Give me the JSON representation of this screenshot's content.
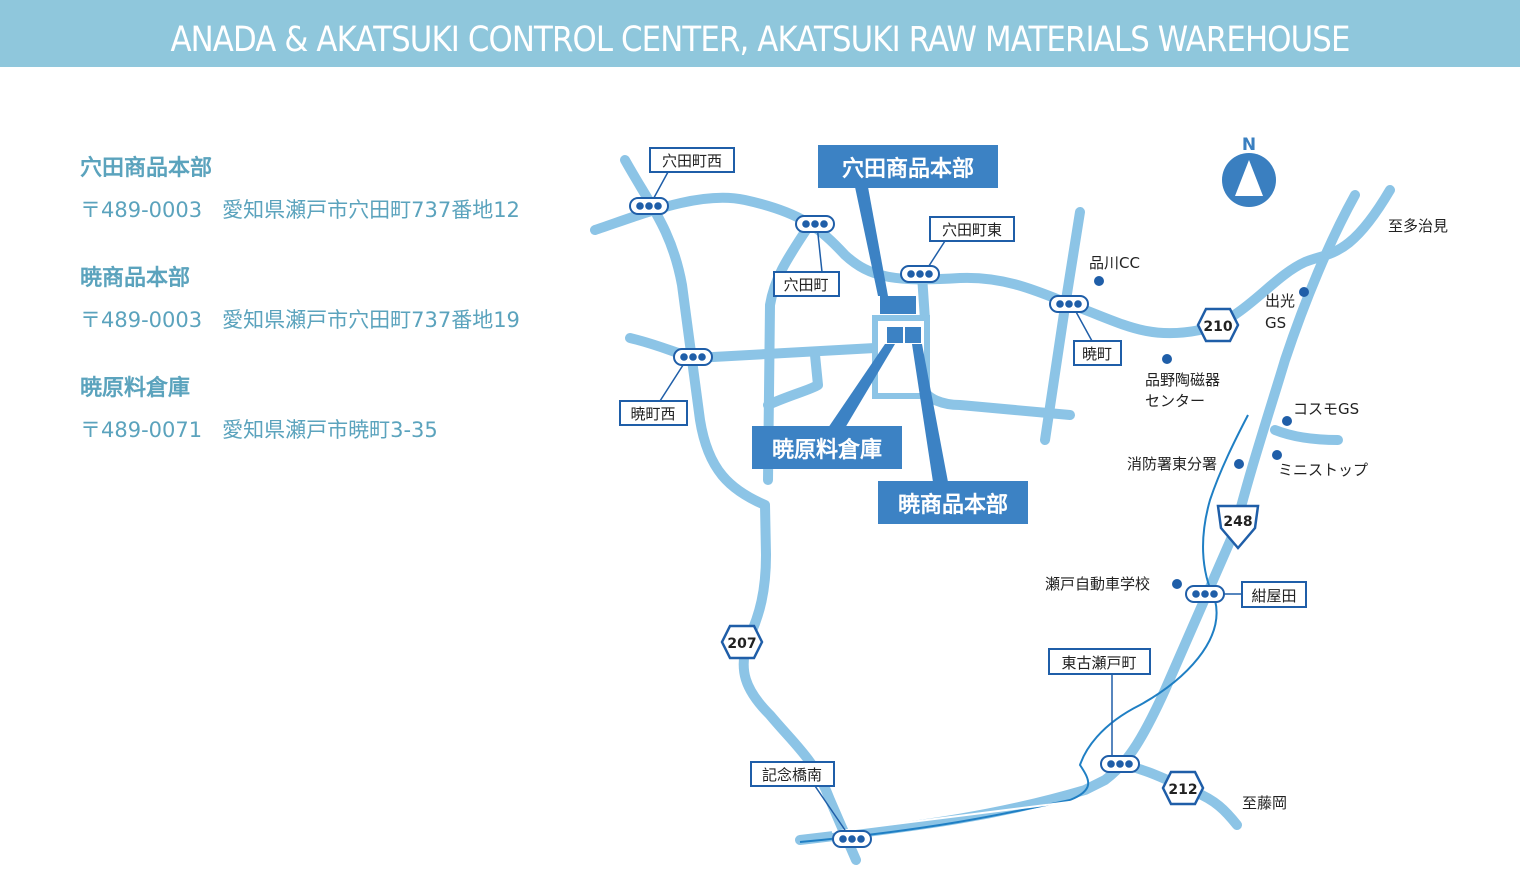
{
  "header": {
    "title": "ANADA & AKATSUKI CONTROL CENTER, AKATSUKI RAW MATERIALS WAREHOUSE"
  },
  "locations": [
    {
      "name": "穴田商品本部",
      "postal": "〒489-0003",
      "address": "愛知県瀬戸市穴田町737番地12"
    },
    {
      "name": "暁商品本部",
      "postal": "〒489-0003",
      "address": "愛知県瀬戸市穴田町737番地19"
    },
    {
      "name": "暁原料倉庫",
      "postal": "〒489-0071",
      "address": "愛知県瀬戸市暁町3-35"
    }
  ],
  "map": {
    "compass": "N",
    "callouts": {
      "anada_hq": "穴田商品本部",
      "akatsuki_warehouse": "暁原料倉庫",
      "akatsuki_hq": "暁商品本部"
    },
    "intersections": {
      "anadacho_nishi": "穴田町西",
      "anadacho": "穴田町",
      "anadacho_higashi": "穴田町東",
      "akatsukicho_nishi": "暁町西",
      "akatsukicho": "暁町",
      "konyada": "紺屋田",
      "higashi_koseto": "東古瀬戸町",
      "kinenbashi_minami": "記念橋南"
    },
    "routes": {
      "r207": "207",
      "r210": "210",
      "r248": "248",
      "r212": "212"
    },
    "landmarks": {
      "shinagawa_cc": "品川CC",
      "idemitsu_line1": "出光",
      "idemitsu_line2": "GS",
      "shinano_line1": "品野陶磁器",
      "shinano_line2": "センター",
      "cosmo_gs": "コスモGS",
      "fire_station": "消防署東分署",
      "ministop": "ミニストップ",
      "driving_school": "瀬戸自動車学校"
    },
    "directions": {
      "tajimi": "至多治見",
      "fujioka": "至藤岡"
    }
  },
  "colors": {
    "header_bg": "#8fc7dc",
    "road": "#8cc4e6",
    "accent": "#3a7fc0",
    "callout_fill": "#3c82c4",
    "text_blue": "#5ba3bd",
    "route_stroke": "#1f5ea8"
  }
}
